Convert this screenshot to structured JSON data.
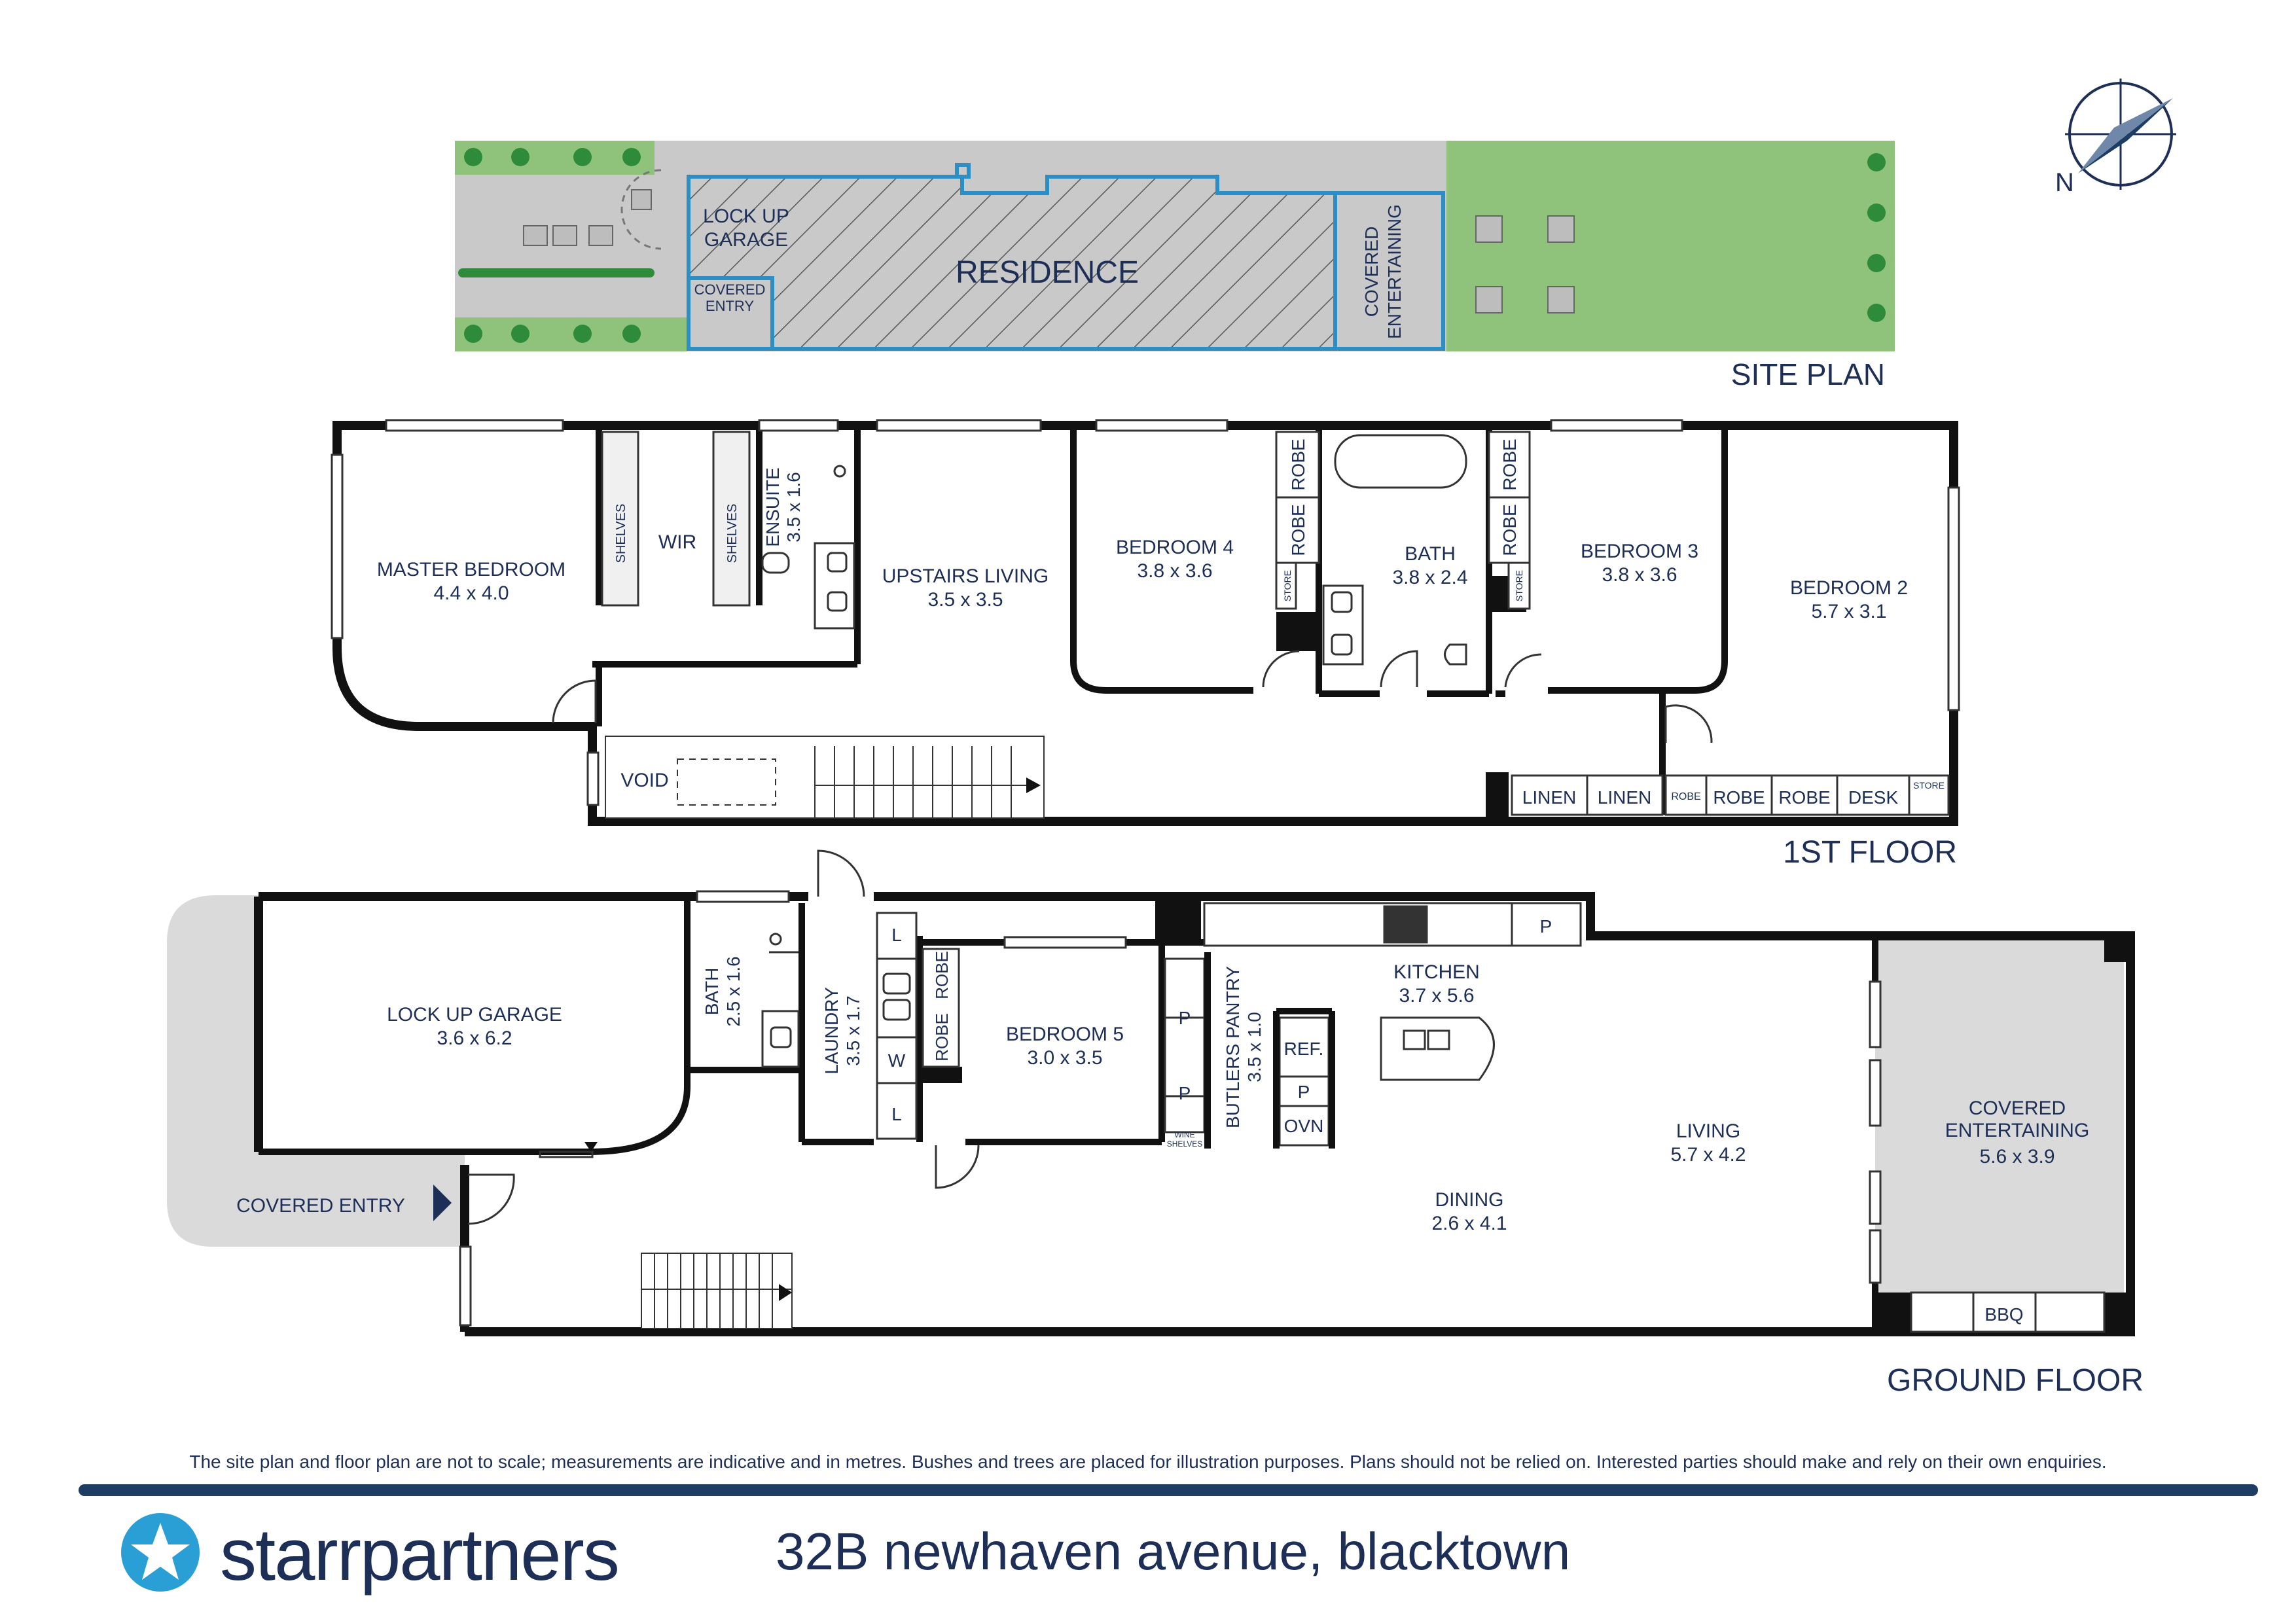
{
  "colors": {
    "wall": "#111111",
    "text": "#1d2e57",
    "lawn": "#8fc27a",
    "paving": "#c9c9c9",
    "outline": "#2b8fc6",
    "tree": "#2e8b3a",
    "brand": "#1d3d63"
  },
  "compass": {
    "label": "N",
    "icon": "compass-rose-icon"
  },
  "site_plan": {
    "title": "SITE PLAN",
    "garage": [
      "LOCK UP",
      "GARAGE"
    ],
    "covered_entry": [
      "COVERED",
      "ENTRY"
    ],
    "residence": "RESIDENCE",
    "covered_entertaining": [
      "COVERED",
      "ENTERTAINING"
    ]
  },
  "first_floor": {
    "title": "1ST FLOOR",
    "master": {
      "name": "MASTER BEDROOM",
      "size": "4.4 x 4.0"
    },
    "wir": "WIR",
    "shelves": "SHELVES",
    "ensuite": {
      "name": "ENSUITE",
      "size": "3.5 x 1.6"
    },
    "upstairs_living": {
      "name": "UPSTAIRS LIVING",
      "size": "3.5 x 3.5"
    },
    "bed4": {
      "name": "BEDROOM 4",
      "size": "3.8 x 3.6"
    },
    "robe": "ROBE",
    "store": "STORE",
    "bath": {
      "name": "BATH",
      "size": "3.8 x 2.4"
    },
    "bed3": {
      "name": "BEDROOM 3",
      "size": "3.8 x 3.6"
    },
    "bed2": {
      "name": "BEDROOM 2",
      "size": "5.7 x 3.1"
    },
    "void": "VOID",
    "linen": "LINEN",
    "desk": "DESK"
  },
  "ground_floor": {
    "title": "GROUND FLOOR",
    "garage": {
      "name": "LOCK UP GARAGE",
      "size": "3.6 x 6.2"
    },
    "covered_entry": "COVERED ENTRY",
    "bath": {
      "name": "BATH",
      "size": "2.5 x 1.6"
    },
    "laundry": {
      "name": "LAUNDRY",
      "size": "3.5 x 1.7"
    },
    "l": "L",
    "w": "W",
    "robe": "ROBE",
    "bed5": {
      "name": "BEDROOM 5",
      "size": "3.0 x 3.5"
    },
    "p": "P",
    "wine": [
      "WINE",
      "SHELVES"
    ],
    "butlers": {
      "name": "BUTLERS PANTRY",
      "size": "3.5 x 1.0"
    },
    "ref": "REF.",
    "ovn": "OVN",
    "kitchen": {
      "name": "KITCHEN",
      "size": "3.7 x 5.6"
    },
    "living": {
      "name": "LIVING",
      "size": "5.7 x 4.2"
    },
    "dining": {
      "name": "DINING",
      "size": "2.6 x 4.1"
    },
    "covered_entertaining": {
      "line1": "COVERED",
      "line2": "ENTERTAINING",
      "size": "5.6 x 3.9"
    },
    "bbq": "BBQ"
  },
  "disclaimer": "The site plan and floor plan are not to scale; measurements are indicative and in metres. Bushes and trees are placed for illustration purposes. Plans should not be relied on. Interested parties should make and rely on their own enquiries.",
  "brand": {
    "name": "starrpartners",
    "logo_icon": "starr-star-icon"
  },
  "address": "32B newhaven avenue, blacktown"
}
